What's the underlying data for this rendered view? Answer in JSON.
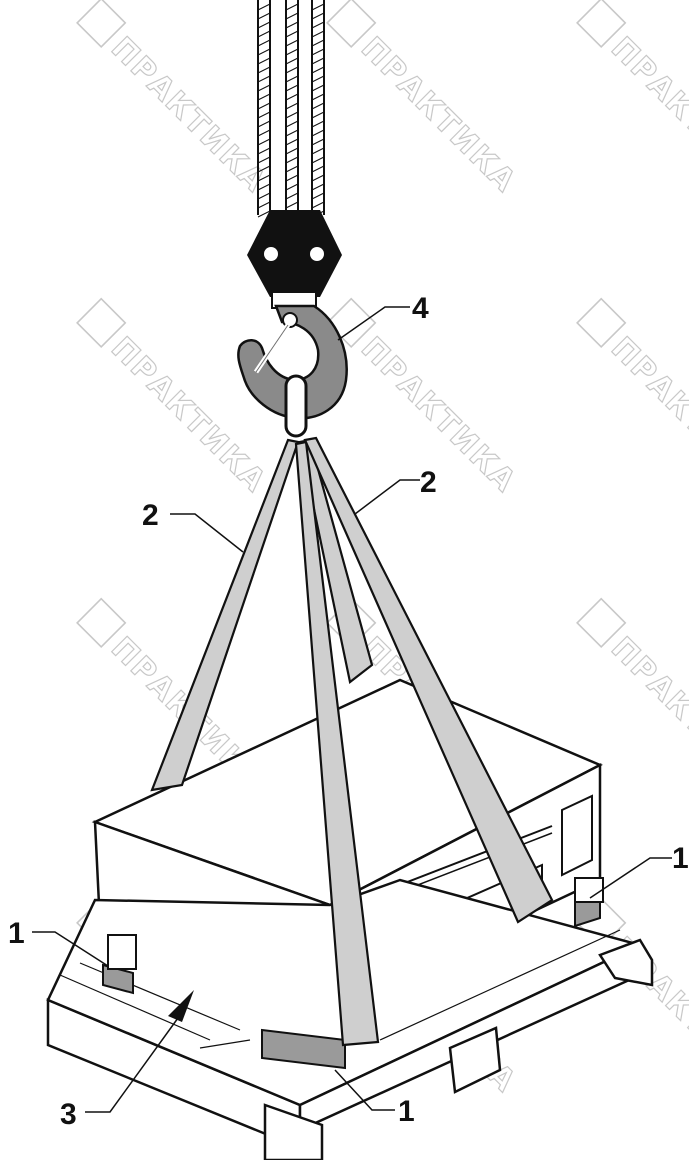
{
  "diagram": {
    "callouts": [
      {
        "id": "slings",
        "text": "2"
      },
      {
        "id": "slings-right",
        "text": "2"
      },
      {
        "id": "hook",
        "text": "4"
      },
      {
        "id": "pad-left",
        "text": "1"
      },
      {
        "id": "pad-right",
        "text": "1"
      },
      {
        "id": "pad-front",
        "text": "1"
      },
      {
        "id": "pallet",
        "text": "3"
      }
    ],
    "watermark": {
      "text": "ПРАКТИКА"
    }
  },
  "colors": {
    "ink": "#111111",
    "hook_fill": "#8a8a8a",
    "sling_fill": "#cfcfcf",
    "pad_fill": "#9a9a9a",
    "watermark": "#c8c8c8"
  }
}
